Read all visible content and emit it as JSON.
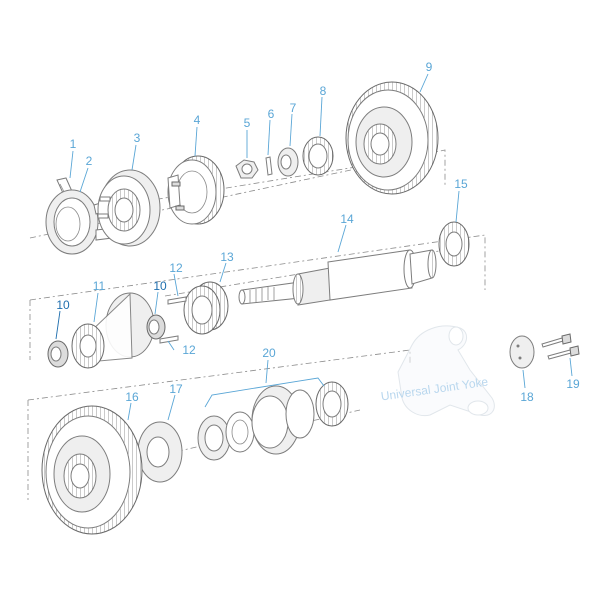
{
  "parts": [
    {
      "id": "p1",
      "number": "1"
    },
    {
      "id": "p2",
      "number": "2"
    },
    {
      "id": "p3",
      "number": "3"
    },
    {
      "id": "p4",
      "number": "4"
    },
    {
      "id": "p5",
      "number": "5"
    },
    {
      "id": "p6",
      "number": "6"
    },
    {
      "id": "p7",
      "number": "7"
    },
    {
      "id": "p8",
      "number": "8"
    },
    {
      "id": "p9",
      "number": "9"
    },
    {
      "id": "p10a",
      "number": "10"
    },
    {
      "id": "p10b",
      "number": "10"
    },
    {
      "id": "p11",
      "number": "11"
    },
    {
      "id": "p12a",
      "number": "12"
    },
    {
      "id": "p12b",
      "number": "12"
    },
    {
      "id": "p13",
      "number": "13"
    },
    {
      "id": "p14",
      "number": "14"
    },
    {
      "id": "p15",
      "number": "15"
    },
    {
      "id": "p16",
      "number": "16"
    },
    {
      "id": "p17",
      "number": "17"
    },
    {
      "id": "p18",
      "number": "18"
    },
    {
      "id": "p19",
      "number": "19"
    },
    {
      "id": "p20",
      "number": "20"
    }
  ],
  "watermark": "Universal Joint Yoke",
  "colors": {
    "callout": "#5aa6d6",
    "callout_highlight": "#1f6fae",
    "line_art": "#7d7d7d",
    "watermark": "#b9d7ee"
  }
}
